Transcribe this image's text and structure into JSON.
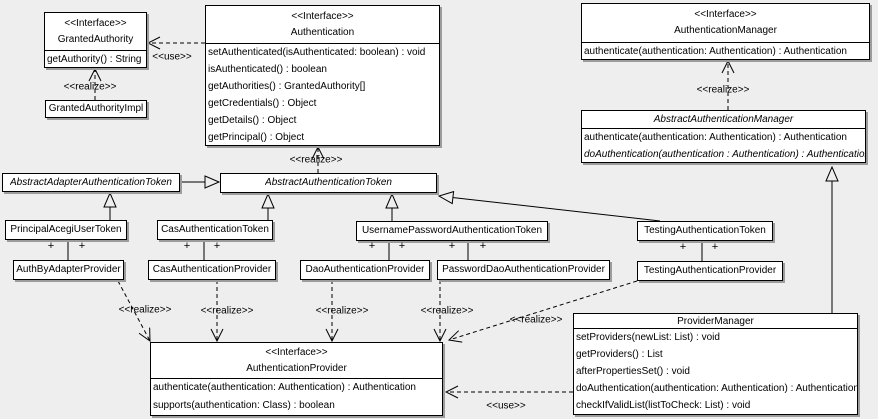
{
  "colors": {
    "background": "#eeeeee",
    "box_fill": "#ffffff",
    "line": "#000000",
    "shadow": "#9c9c9c"
  },
  "classes": {
    "granted_authority": {
      "stereotype": "<<Interface>>",
      "name": "GrantedAuthority",
      "methods": [
        "getAuthority() : String"
      ]
    },
    "granted_authority_impl": {
      "name": "GrantedAuthorityImpl"
    },
    "authentication": {
      "stereotype": "<<Interface>>",
      "name": "Authentication",
      "methods": [
        "setAuthenticated(isAuthenticated: boolean) : void",
        "isAuthenticated() : boolean",
        "getAuthorities() : GrantedAuthority[]",
        "getCredentials() : Object",
        "getDetails() : Object",
        "getPrincipal() : Object"
      ]
    },
    "authentication_manager": {
      "stereotype": "<<Interface>>",
      "name": "AuthenticationManager",
      "methods": [
        "authenticate(authentication: Authentication) : Authentication"
      ]
    },
    "abstract_authentication_manager": {
      "name": "AbstractAuthenticationManager",
      "abstract": true,
      "methods": [
        "authenticate(authentication: Authentication) : Authentication",
        "doAuthentication(authentication : Authentication) : Authentication"
      ]
    },
    "abstract_adapter_authentication_token": {
      "name": "AbstractAdapterAuthenticationToken",
      "abstract": true
    },
    "abstract_authentication_token": {
      "name": "AbstractAuthenticationToken",
      "abstract": true
    },
    "principal_acegi_user_token": {
      "name": "PrincipalAcegiUserToken"
    },
    "cas_authentication_token": {
      "name": "CasAuthenticationToken"
    },
    "username_password_authentication_token": {
      "name": "UsernamePasswordAuthenticationToken"
    },
    "testing_authentication_token": {
      "name": "TestingAuthenticationToken"
    },
    "auth_by_adapter_provider": {
      "name": "AuthByAdapterProvider"
    },
    "cas_authentication_provider": {
      "name": "CasAuthenticationProvider"
    },
    "dao_authentication_provider": {
      "name": "DaoAuthenticationProvider"
    },
    "password_dao_authentication_provider": {
      "name": "PasswordDaoAuthenticationProvider"
    },
    "testing_authentication_provider": {
      "name": "TestingAuthenticationProvider"
    },
    "authentication_provider": {
      "stereotype": "<<Interface>>",
      "name": "AuthenticationProvider",
      "methods": [
        "authenticate(authentication: Authentication) : Authentication",
        "supports(authentication: Class) : boolean"
      ]
    },
    "provider_manager": {
      "name": "ProviderManager",
      "methods": [
        "setProviders(newList: List) : void",
        "getProviders() : List",
        "afterPropertiesSet() : void",
        "doAuthentication(authentication: Authentication) : Authentication",
        "checkIfValidList(listToCheck: List) : void"
      ]
    }
  },
  "edges": [
    {
      "from": "Authentication",
      "to": "GrantedAuthority",
      "type": "use",
      "label": "<<use>>"
    },
    {
      "from": "GrantedAuthorityImpl",
      "to": "GrantedAuthority",
      "type": "realize",
      "label": "<<realize>>"
    },
    {
      "from": "AbstractAuthenticationToken",
      "to": "Authentication",
      "type": "realize",
      "label": "<<realize>>"
    },
    {
      "from": "AbstractAdapterAuthenticationToken",
      "to": "AbstractAuthenticationToken",
      "type": "generalization"
    },
    {
      "from": "PrincipalAcegiUserToken",
      "to": "AbstractAdapterAuthenticationToken",
      "type": "generalization"
    },
    {
      "from": "CasAuthenticationToken",
      "to": "AbstractAuthenticationToken",
      "type": "generalization"
    },
    {
      "from": "UsernamePasswordAuthenticationToken",
      "to": "AbstractAuthenticationToken",
      "type": "generalization"
    },
    {
      "from": "TestingAuthenticationToken",
      "to": "AbstractAuthenticationToken",
      "type": "generalization"
    },
    {
      "from": "PrincipalAcegiUserToken",
      "to": "AuthByAdapterProvider",
      "type": "association",
      "end_labels": [
        "+",
        "+"
      ]
    },
    {
      "from": "CasAuthenticationToken",
      "to": "CasAuthenticationProvider",
      "type": "association",
      "end_labels": [
        "+",
        "+"
      ]
    },
    {
      "from": "UsernamePasswordAuthenticationToken",
      "to": "DaoAuthenticationProvider",
      "type": "association",
      "end_labels": [
        "+",
        "+"
      ]
    },
    {
      "from": "UsernamePasswordAuthenticationToken",
      "to": "PasswordDaoAuthenticationProvider",
      "type": "association",
      "end_labels": [
        "+",
        "+"
      ]
    },
    {
      "from": "TestingAuthenticationToken",
      "to": "TestingAuthenticationProvider",
      "type": "association",
      "end_labels": [
        "+",
        "+"
      ]
    },
    {
      "from": "AuthByAdapterProvider",
      "to": "AuthenticationProvider",
      "type": "realize",
      "label": "<<realize>>"
    },
    {
      "from": "CasAuthenticationProvider",
      "to": "AuthenticationProvider",
      "type": "realize",
      "label": "<<realize>>"
    },
    {
      "from": "DaoAuthenticationProvider",
      "to": "AuthenticationProvider",
      "type": "realize",
      "label": "<<realize>>"
    },
    {
      "from": "PasswordDaoAuthenticationProvider",
      "to": "AuthenticationProvider",
      "type": "realize",
      "label": "<<realize>>"
    },
    {
      "from": "TestingAuthenticationProvider",
      "to": "AuthenticationProvider",
      "type": "realize",
      "label": "<<realize>>"
    },
    {
      "from": "AbstractAuthenticationManager",
      "to": "AuthenticationManager",
      "type": "realize",
      "label": "<<realize>>"
    },
    {
      "from": "ProviderManager",
      "to": "AbstractAuthenticationManager",
      "type": "generalization"
    },
    {
      "from": "ProviderManager",
      "to": "AuthenticationProvider",
      "type": "use",
      "label": "<<use>>"
    }
  ]
}
